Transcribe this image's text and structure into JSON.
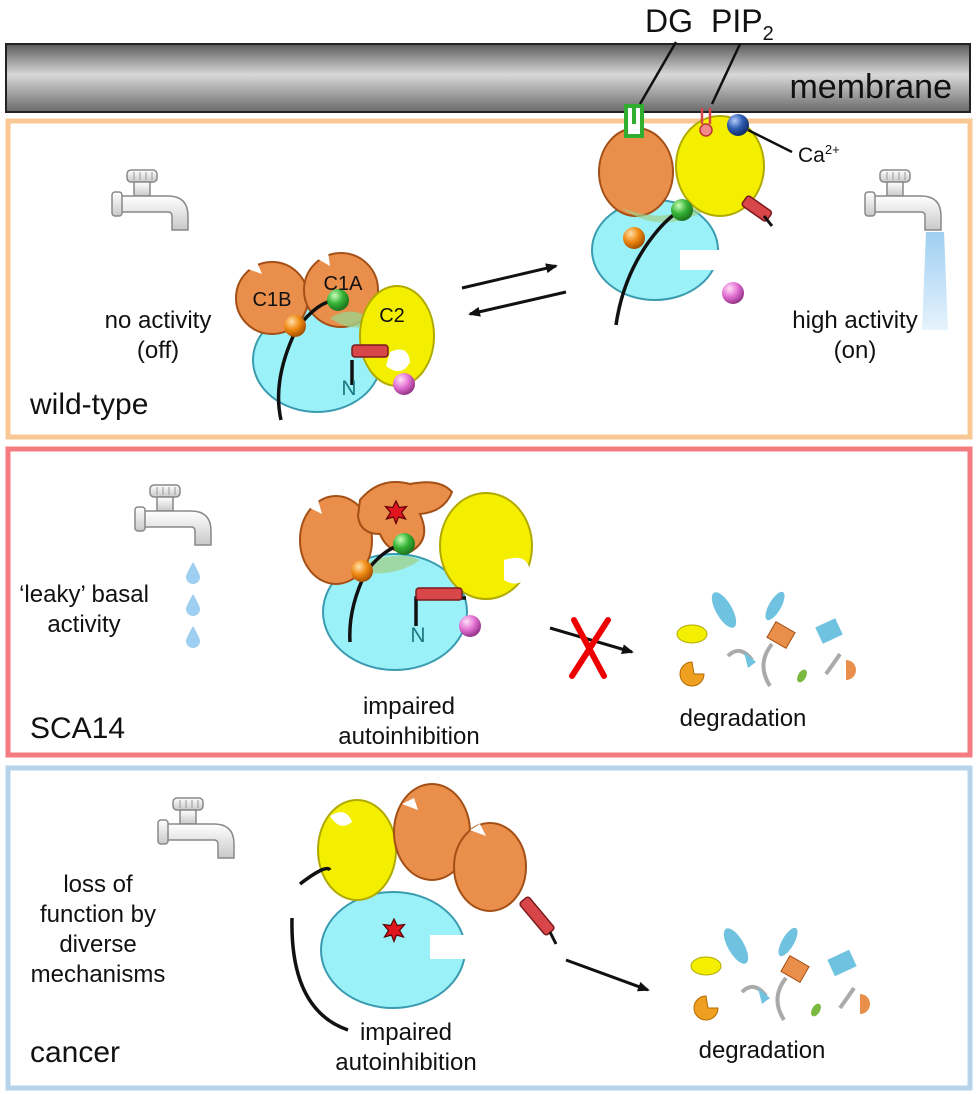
{
  "membrane": {
    "label": "membrane"
  },
  "lipids": {
    "dg": "DG",
    "pip2": "PIP",
    "pip2_sub": "2",
    "calcium": "Ca",
    "calcium_sup": "2+"
  },
  "domains": {
    "c1b": "C1B",
    "c1a": "C1A",
    "c2": "C2",
    "n_term": "N"
  },
  "panels": {
    "wild_type": {
      "name": "wild-type",
      "off_line1": "no activity",
      "off_line2": "(off)",
      "on_line1": "high activity",
      "on_line2": "(on)"
    },
    "sca14": {
      "name": "SCA14",
      "tap_line1": "‘leaky’ basal",
      "tap_line2": "activity",
      "center_line1": "impaired",
      "center_line2": "autoinhibition",
      "result": "degradation"
    },
    "cancer": {
      "name": "cancer",
      "tap_line1": "loss of",
      "tap_line2": "function by",
      "tap_line3": "diverse",
      "tap_line4": "mechanisms",
      "center_line1": "impaired",
      "center_line2": "autoinhibition",
      "result": "degradation"
    }
  },
  "colors": {
    "orange_frame": "#f9c894",
    "red_frame": "#f47c80",
    "blue_frame": "#b7d3ea",
    "kinase": "#8ff0f7",
    "c1": "#ea8f4b",
    "c2": "#f4ef00",
    "green_ball": "#2fae2f",
    "pink_ball": "#e86ed6",
    "blue_ball": "#2f5fb0",
    "pseudosubstrate": "#d8464a",
    "mutation": "#e0151f",
    "water": "#a9d3f2"
  },
  "icons": [
    "tap-icon",
    "water-drop-icon",
    "mutation-star-icon",
    "calcium-ion-icon",
    "block-cross-icon",
    "equilibrium-arrows-icon"
  ]
}
